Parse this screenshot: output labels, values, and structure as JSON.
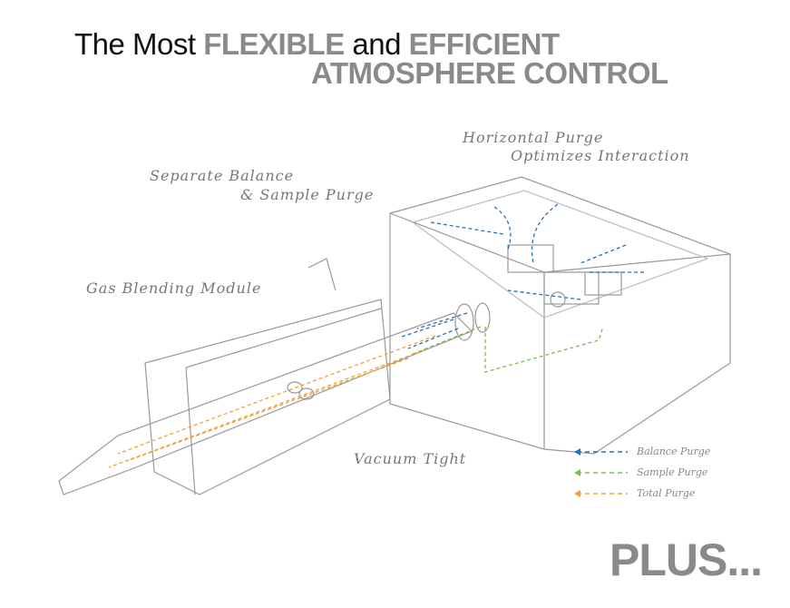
{
  "title": {
    "line1_plain1": "The Most ",
    "line1_bold1": "FLEXIBLE",
    "line1_plain2": " and ",
    "line1_bold2": "EFFICIENT",
    "line2": "ATMOSPHERE CONTROL"
  },
  "annotations": {
    "horizontal_1": "Horizontal Purge",
    "horizontal_2": "Optimizes Interaction",
    "separate_1": "Separate Balance",
    "separate_2": "& Sample Purge",
    "gas": "Gas Blending Module",
    "vacuum": "Vacuum Tight"
  },
  "legend": [
    {
      "label": "Balance Purge",
      "color": "#2a6fb5"
    },
    {
      "label": "Sample Purge",
      "color": "#7bbf4a"
    },
    {
      "label": "Total Purge",
      "color": "#f0a033"
    }
  ],
  "footer": "PLUS..."
}
